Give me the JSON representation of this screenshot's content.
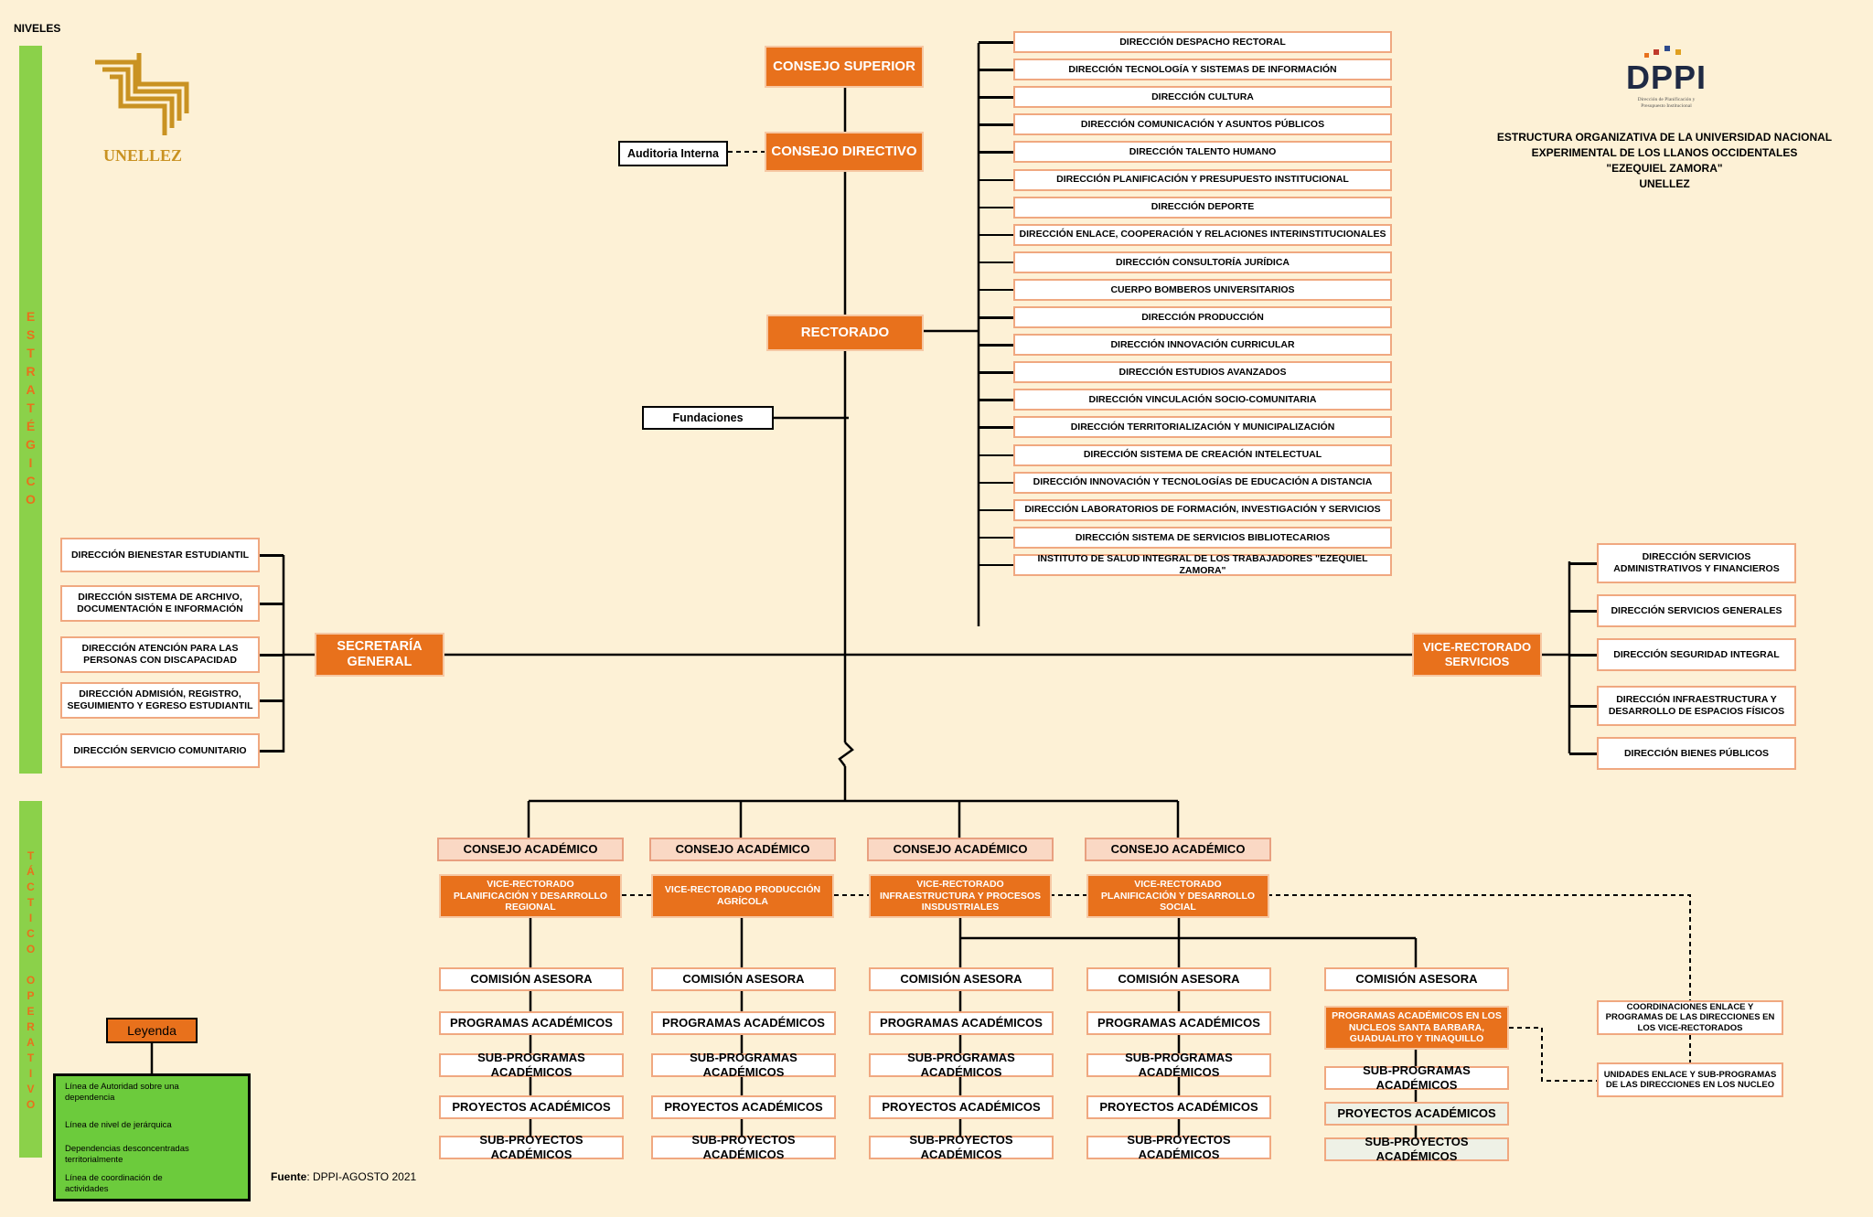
{
  "levels_label": "NIVELES",
  "level_strategic": [
    "E",
    "S",
    "T",
    "R",
    "A",
    "T",
    "É",
    "G",
    "I",
    "C",
    "O"
  ],
  "level_tactical": [
    "T",
    "Á",
    "C",
    "T",
    "I",
    "C",
    "O",
    "",
    "O",
    "P",
    "E",
    "R",
    "A",
    "T",
    "I",
    "V",
    "O"
  ],
  "logo_unellez": "UNELLEZ",
  "logo_dppi": "DPPI",
  "logo_dppi_sub": "Dirección de Planificación y Presupuesto Institucional",
  "org_title": [
    "ESTRUCTURA ORGANIZATIVA DE LA UNIVERSIDAD NACIONAL",
    "EXPERIMENTAL DE LOS LLANOS OCCIDENTALES",
    "\"EZEQUIEL ZAMORA\"",
    "UNELLEZ"
  ],
  "top": {
    "consejo_superior": "CONSEJO SUPERIOR",
    "consejo_directivo": "CONSEJO DIRECTIVO",
    "auditoria": "Auditoria Interna",
    "rectorado": "RECTORADO",
    "fundaciones": "Fundaciones",
    "secretaria": "SECRETARÍA GENERAL",
    "vice_servicios": "VICE-RECTORADO SERVICIOS"
  },
  "rector_dirs": [
    "DIRECCIÓN DESPACHO RECTORAL",
    "DIRECCIÓN TECNOLOGÍA Y SISTEMAS DE INFORMACIÓN",
    "DIRECCIÓN CULTURA",
    "DIRECCIÓN COMUNICACIÓN Y ASUNTOS PÚBLICOS",
    "DIRECCIÓN TALENTO HUMANO",
    "DIRECCIÓN PLANIFICACIÓN Y PRESUPUESTO INSTITUCIONAL",
    "DIRECCIÓN DEPORTE",
    "DIRECCIÓN ENLACE, COOPERACIÓN Y RELACIONES INTERINSTITUCIONALES",
    "DIRECCIÓN CONSULTORÍA JURÍDICA",
    "CUERPO BOMBEROS UNIVERSITARIOS",
    "DIRECCIÓN PRODUCCIÓN",
    "DIRECCIÓN INNOVACIÓN CURRICULAR",
    "DIRECCIÓN ESTUDIOS AVANZADOS",
    "DIRECCIÓN VINCULACIÓN SOCIO-COMUNITARIA",
    "DIRECCIÓN TERRITORIALIZACIÓN Y MUNICIPALIZACIÓN",
    "DIRECCIÓN SISTEMA DE CREACIÓN INTELECTUAL",
    "DIRECCIÓN INNOVACIÓN Y TECNOLOGÍAS DE EDUCACIÓN A DISTANCIA",
    "DIRECCIÓN LABORATORIOS DE FORMACIÓN, INVESTIGACIÓN Y SERVICIOS",
    "DIRECCIÓN SISTEMA DE SERVICIOS BIBLIOTECARIOS",
    "INSTITUTO DE SALUD INTEGRAL DE LOS TRABAJADORES \"EZEQUIEL ZAMORA\""
  ],
  "secretaria_dirs": [
    "DIRECCIÓN BIENESTAR ESTUDIANTIL",
    "DIRECCIÓN SISTEMA DE ARCHIVO, DOCUMENTACIÓN E INFORMACIÓN",
    "DIRECCIÓN ATENCIÓN PARA LAS PERSONAS CON DISCAPACIDAD",
    "DIRECCIÓN ADMISIÓN, REGISTRO, SEGUIMIENTO Y EGRESO ESTUDIANTIL",
    "DIRECCIÓN SERVICIO COMUNITARIO"
  ],
  "servicios_dirs": [
    "DIRECCIÓN SERVICIOS ADMINISTRATIVOS Y FINANCIEROS",
    "DIRECCIÓN SERVICIOS GENERALES",
    "DIRECCIÓN SEGURIDAD INTEGRAL",
    "DIRECCIÓN INFRAESTRUCTURA Y DESARROLLO DE ESPACIOS FÍSICOS",
    "DIRECCIÓN BIENES PÚBLICOS"
  ],
  "vice_rectorados": [
    {
      "consejo": "CONSEJO ACADÉMICO",
      "name": "VICE-RECTORADO PLANIFICACIÓN Y DESARROLLO REGIONAL"
    },
    {
      "consejo": "CONSEJO ACADÉMICO",
      "name": "VICE-RECTORADO PRODUCCIÓN AGRÍCOLA"
    },
    {
      "consejo": "CONSEJO ACADÉMICO",
      "name": "VICE-RECTORADO INFRAESTRUCTURA Y PROCESOS INSDUSTRIALES"
    },
    {
      "consejo": "CONSEJO ACADÉMICO",
      "name": "VICE-RECTORADO PLANIFICACIÓN Y DESARROLLO SOCIAL"
    }
  ],
  "academic_chain": [
    "COMISIÓN ASESORA",
    "PROGRAMAS ACADÉMICOS",
    "SUB-PROGRAMAS ACADÉMICOS",
    "PROYECTOS ACADÉMICOS",
    "SUB-PROYECTOS ACADÉMICOS"
  ],
  "fifth_column": {
    "comision": "COMISIÓN ASESORA",
    "programas": "PROGRAMAS ACADÉMICOS EN LOS NUCLEOS SANTA BARBARA, GUADUALITO Y TINAQUILLO",
    "subprogramas": "SUB-PROGRAMAS ACADÉMICOS",
    "proyectos": "PROYECTOS ACADÉMICOS",
    "subproyectos": "SUB-PROYECTOS ACADÉMICOS"
  },
  "coordinaciones": "COORDINACIONES ENLACE Y PROGRAMAS DE LAS DIRECCIONES EN LOS VICE-RECTORADOS",
  "unidades": "UNIDADES ENLACE Y SUB-PROGRAMAS DE LAS DIRECCIONES EN LOS NUCLEO",
  "legend": {
    "title": "Leyenda",
    "items": [
      "Línea de Autoridad sobre una dependencia",
      "Línea de nivel de jerárquica",
      "Dependencias desconcentradas territorialmente",
      "Línea de coordinación de actividades"
    ]
  },
  "source_label": "Fuente",
  "source_text": ": DPPI-AGOSTO 2021",
  "colors": {
    "accent": "#E8711C",
    "level_bar": "#8BD14A",
    "legend_bg": "#6CCB3C",
    "background": "#FDF1D6"
  }
}
